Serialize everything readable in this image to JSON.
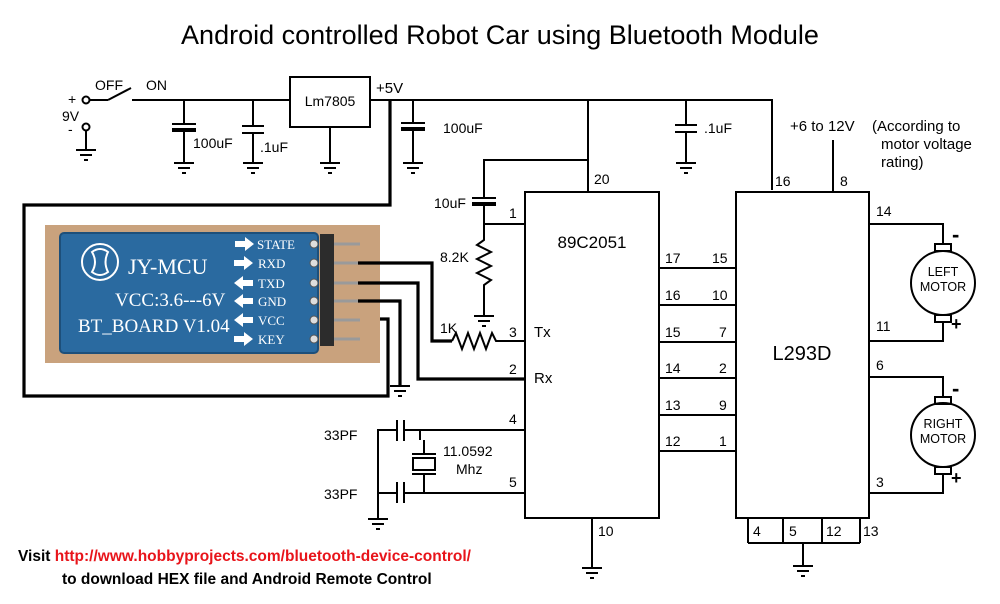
{
  "title": "Android controlled Robot Car using Bluetooth Module",
  "power": {
    "plus": "+",
    "minus": "-",
    "voltage": "9V",
    "off": "OFF",
    "on": "ON",
    "regulator": "Lm7805",
    "rail": "+5V",
    "c1": "100uF",
    "c2": ".1uF",
    "c3": "100uF",
    "c4": ".1uF"
  },
  "bt_module": {
    "pins": [
      "STATE",
      "RXD",
      "TXD",
      "GND",
      "VCC",
      "KEY"
    ],
    "name": "JY-MCU",
    "vcc": "VCC:3.6---6V",
    "board": "BT_BOARD V1.04"
  },
  "mcu": {
    "name": "89C2051",
    "pin20": "20",
    "pin1": "1",
    "pin3": "3",
    "pin2": "2",
    "pin4": "4",
    "pin5": "5",
    "pin10": "10",
    "tx": "Tx",
    "rx": "Rx",
    "out_pins": [
      "17",
      "16",
      "15",
      "14",
      "13",
      "12"
    ]
  },
  "reset": {
    "cap": "10uF",
    "res": "8.2K"
  },
  "series_res": "1K",
  "crystal": {
    "cap_top": "33PF",
    "cap_bottom": "33PF",
    "freq": "11.0592",
    "unit": "Mhz"
  },
  "driver": {
    "name": "L293D",
    "in_pins": [
      "15",
      "10",
      "7",
      "2",
      "9",
      "1"
    ],
    "pin16": "16",
    "pin8": "8",
    "pin14": "14",
    "pin11": "11",
    "pin6": "6",
    "pin3": "3",
    "gnd_pins": [
      "4",
      "5",
      "12",
      "13"
    ],
    "vmotor": "+6 to 12V",
    "vnote1": "(According to",
    "vnote2": "motor voltage",
    "vnote3": "rating)"
  },
  "motors": {
    "left1": "LEFT",
    "left2": "MOTOR",
    "right1": "RIGHT",
    "right2": "MOTOR",
    "minus": "-",
    "plus": "+"
  },
  "footer": {
    "prefix": "Visit ",
    "url": "http://www.hobbyprojects.com/bluetooth-device-control/",
    "line2": "to download HEX file and Android Remote Control"
  },
  "colors": {
    "module_blue": "#2a6aa0",
    "module_bg": "#c9a27d",
    "url": "#e8141a"
  }
}
